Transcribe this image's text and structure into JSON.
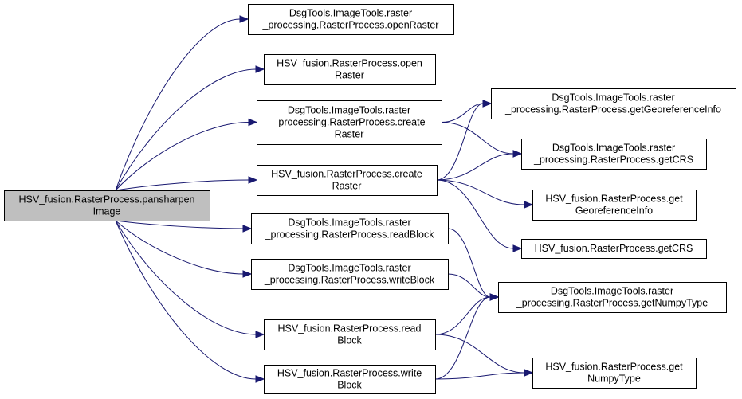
{
  "nodes": [
    {
      "id": "root",
      "lines": [
        "HSV_fusion.RasterProcess.pansharpen",
        "Image"
      ]
    },
    {
      "id": "n1",
      "lines": [
        "DsgTools.ImageTools.raster",
        "_processing.RasterProcess.openRaster"
      ]
    },
    {
      "id": "n2",
      "lines": [
        "HSV_fusion.RasterProcess.open",
        "Raster"
      ]
    },
    {
      "id": "n3",
      "lines": [
        "DsgTools.ImageTools.raster",
        "_processing.RasterProcess.create",
        "Raster"
      ]
    },
    {
      "id": "n4",
      "lines": [
        "HSV_fusion.RasterProcess.create",
        "Raster"
      ]
    },
    {
      "id": "n5",
      "lines": [
        "DsgTools.ImageTools.raster",
        "_processing.RasterProcess.readBlock"
      ]
    },
    {
      "id": "n6",
      "lines": [
        "DsgTools.ImageTools.raster",
        "_processing.RasterProcess.writeBlock"
      ]
    },
    {
      "id": "n7",
      "lines": [
        "HSV_fusion.RasterProcess.read",
        "Block"
      ]
    },
    {
      "id": "n8",
      "lines": [
        "HSV_fusion.RasterProcess.write",
        "Block"
      ]
    },
    {
      "id": "n9",
      "lines": [
        "DsgTools.ImageTools.raster",
        "_processing.RasterProcess.getGeoreferenceInfo"
      ]
    },
    {
      "id": "n10",
      "lines": [
        "DsgTools.ImageTools.raster",
        "_processing.RasterProcess.getCRS"
      ]
    },
    {
      "id": "n11",
      "lines": [
        "HSV_fusion.RasterProcess.get",
        "GeoreferenceInfo"
      ]
    },
    {
      "id": "n12",
      "lines": [
        "HSV_fusion.RasterProcess.getCRS"
      ]
    },
    {
      "id": "n13",
      "lines": [
        "DsgTools.ImageTools.raster",
        "_processing.RasterProcess.getNumpyType"
      ]
    },
    {
      "id": "n14",
      "lines": [
        "HSV_fusion.RasterProcess.get",
        "NumpyType"
      ]
    }
  ],
  "edges": [
    {
      "from": "root",
      "to": "n1"
    },
    {
      "from": "root",
      "to": "n2"
    },
    {
      "from": "root",
      "to": "n3"
    },
    {
      "from": "root",
      "to": "n4"
    },
    {
      "from": "root",
      "to": "n5"
    },
    {
      "from": "root",
      "to": "n6"
    },
    {
      "from": "root",
      "to": "n7"
    },
    {
      "from": "root",
      "to": "n8"
    },
    {
      "from": "n3",
      "to": "n9"
    },
    {
      "from": "n3",
      "to": "n10"
    },
    {
      "from": "n4",
      "to": "n9"
    },
    {
      "from": "n4",
      "to": "n10"
    },
    {
      "from": "n4",
      "to": "n11"
    },
    {
      "from": "n4",
      "to": "n12"
    },
    {
      "from": "n5",
      "to": "n13"
    },
    {
      "from": "n6",
      "to": "n13"
    },
    {
      "from": "n7",
      "to": "n13"
    },
    {
      "from": "n7",
      "to": "n14"
    },
    {
      "from": "n8",
      "to": "n13"
    },
    {
      "from": "n8",
      "to": "n14"
    }
  ],
  "colors": {
    "edge": "#191970",
    "root_fill": "#bfbfbf",
    "node_fill": "#ffffff",
    "node_stroke": "#000000"
  }
}
